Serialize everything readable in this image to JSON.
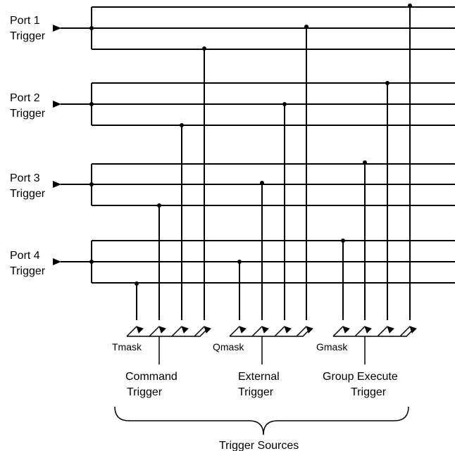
{
  "ports": [
    {
      "line1": "Port 1",
      "line2": "Trigger"
    },
    {
      "line1": "Port 2",
      "line2": "Trigger"
    },
    {
      "line1": "Port 3",
      "line2": "Trigger"
    },
    {
      "line1": "Port 4",
      "line2": "Trigger"
    }
  ],
  "masks": [
    "Tmask",
    "Qmask",
    "Gmask"
  ],
  "sources": [
    {
      "line1": "Command",
      "line2": "Trigger"
    },
    {
      "line1": "External",
      "line2": "Trigger"
    },
    {
      "line1": "Group Execute",
      "line2": "Trigger"
    }
  ],
  "footer": "Trigger Sources",
  "colors": {
    "line": "#000000",
    "background": "#ffffff"
  }
}
